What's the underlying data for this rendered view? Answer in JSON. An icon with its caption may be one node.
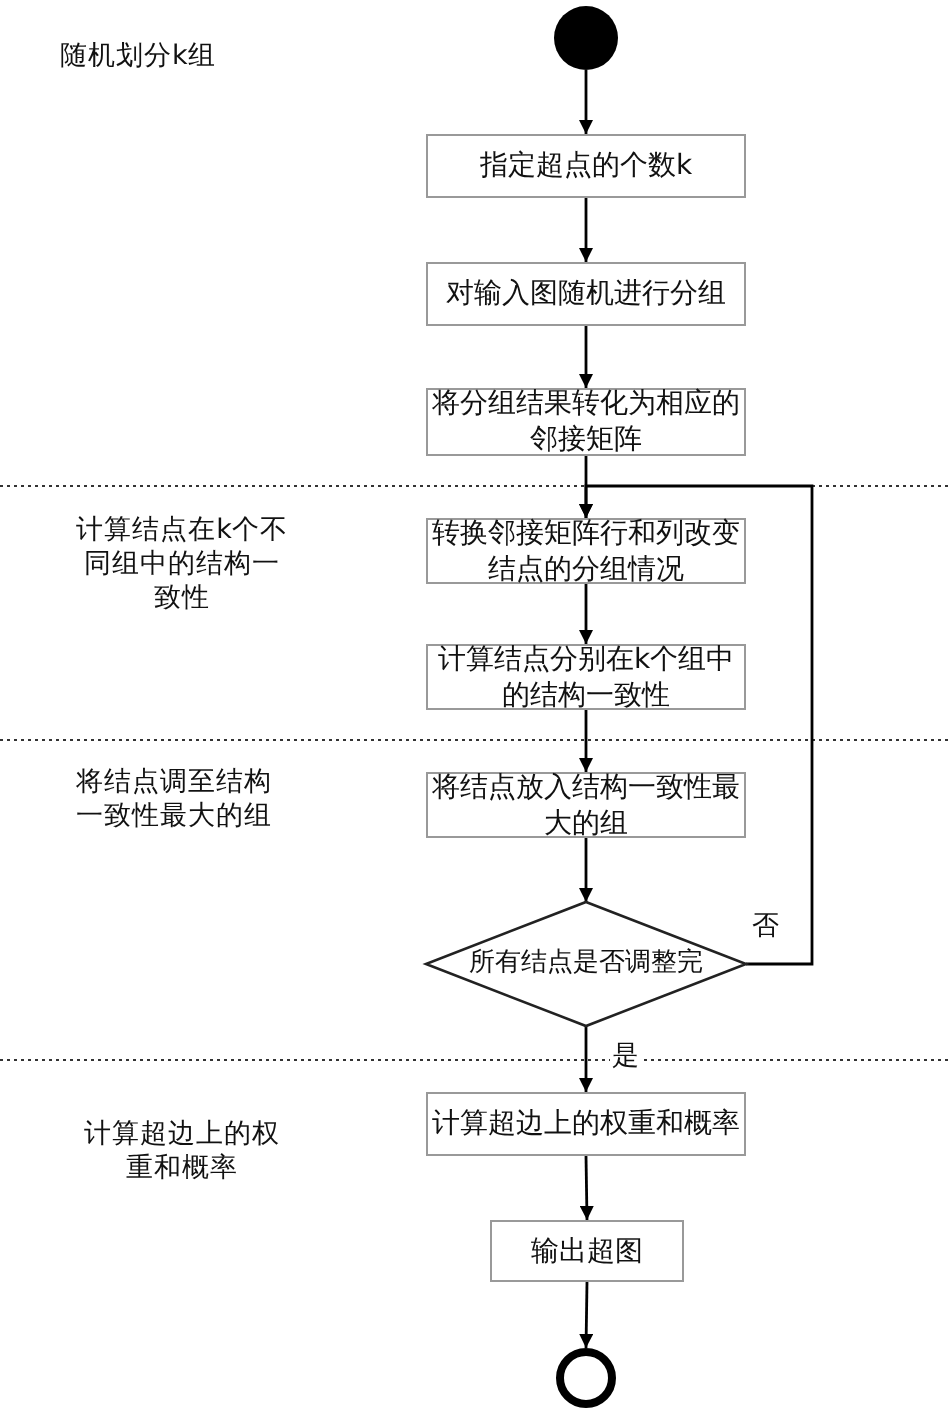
{
  "diagram": {
    "nodes": [
      {
        "text": [],
        "shape": "circle"
      },
      {
        "text": [
          "指定超点的个数k"
        ]
      },
      {
        "text": [
          "对输入图随机进行分组"
        ]
      },
      {
        "text": [
          "将分组结果转化为相应的邻接矩阵"
        ]
      },
      {
        "text": [
          "转换邻接矩阵行和列改变结点的分组情况"
        ]
      },
      {
        "text": [
          "计算结点分别在k个组中的结构一致性"
        ]
      },
      {
        "text": [
          "将结点放入结构一致性最大的组"
        ]
      },
      {
        "text": [
          "所有结点是否调整完"
        ]
      },
      {
        "text": [
          "计算超边上的权重和概率"
        ]
      },
      {
        "text": [
          "输出超图"
        ]
      },
      {
        "text": [],
        "shape": "circle"
      }
    ],
    "edges": [
      {
        "from": 0,
        "to": 1,
        "arrow": "to"
      },
      {
        "from": 1,
        "to": 2,
        "arrow": "to"
      },
      {
        "from": 2,
        "to": 3,
        "arrow": "to"
      },
      {
        "from": 3,
        "to": 4,
        "arrow": "to"
      },
      {
        "from": 4,
        "to": 5,
        "arrow": "to"
      },
      {
        "from": 5,
        "to": 6,
        "arrow": "to"
      },
      {
        "from": 6,
        "to": 7,
        "arrow": "to"
      },
      {
        "from": 7,
        "to": 4,
        "arrow": "to",
        "label": "否"
      },
      {
        "from": 7,
        "to": 8,
        "arrow": "to",
        "label": "是"
      },
      {
        "from": 8,
        "to": 9,
        "arrow": "to"
      },
      {
        "from": 9,
        "to": 10,
        "arrow": "to"
      }
    ],
    "labels": [
      "随机划分k组",
      "计算结点在k个不同组中的结构一致性",
      "将结点调至结构一致性最大的组",
      "计算超边上的权重和概率"
    ]
  }
}
